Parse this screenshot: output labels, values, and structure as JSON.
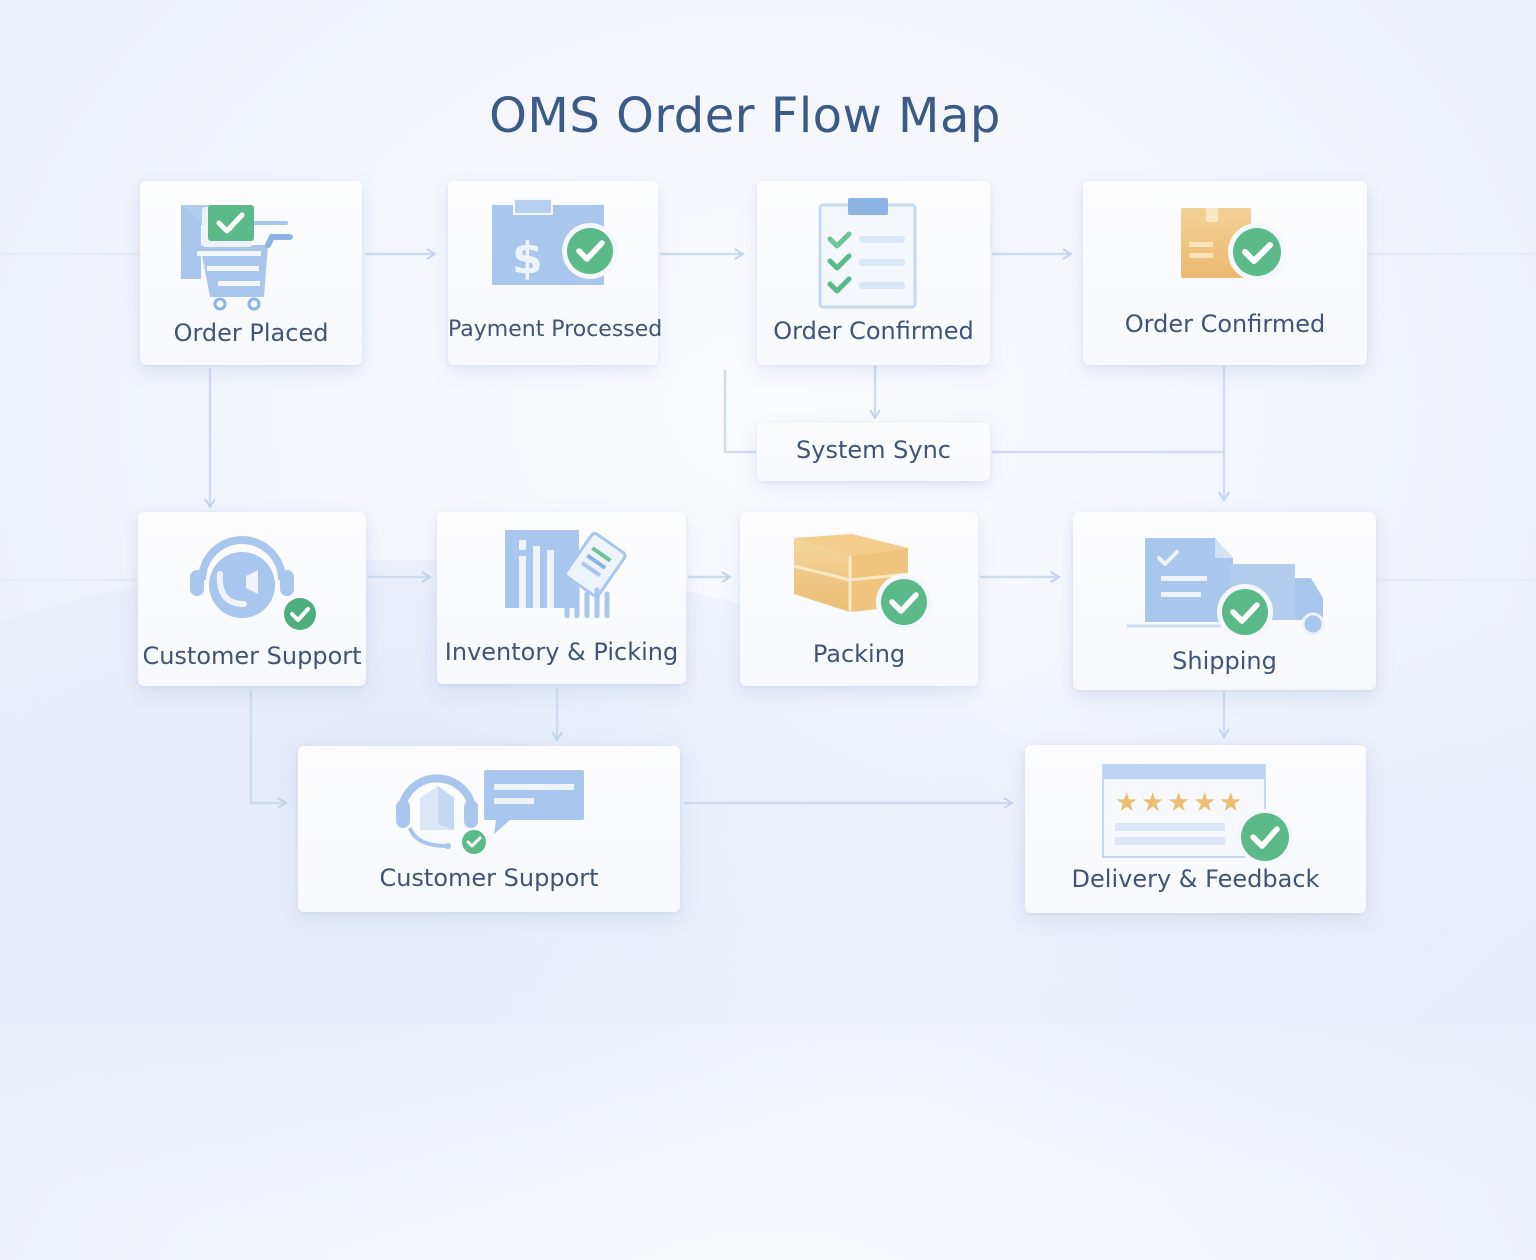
{
  "title": "OMS Order Flow Map",
  "colors": {
    "title": "#3b5a85",
    "label": "#3f5478",
    "icon_blue": "#a9c6ec",
    "icon_blue_dark": "#8db3e4",
    "check_green": "#5cba8a",
    "box_orange": "#efc57f",
    "star_gold": "#ecbe72",
    "connector": "#c9d8ee"
  },
  "nodes": [
    {
      "id": "order-placed",
      "label": "Order Placed",
      "icon": "shopping-cart-check-icon"
    },
    {
      "id": "payment-processed",
      "label": "Payment Processed",
      "icon": "payment-dollar-check-icon"
    },
    {
      "id": "order-confirmed-1",
      "label": "Order Confirmed",
      "icon": "clipboard-checklist-icon"
    },
    {
      "id": "order-confirmed-2",
      "label": "Order Confirmed",
      "icon": "package-check-icon"
    },
    {
      "id": "system-sync",
      "label": "System Sync",
      "icon": ""
    },
    {
      "id": "customer-support-1",
      "label": "Customer Support",
      "icon": "headset-check-icon"
    },
    {
      "id": "inventory-picking",
      "label": "Inventory & Picking",
      "icon": "inventory-shelf-list-icon"
    },
    {
      "id": "packing",
      "label": "Packing",
      "icon": "box-check-icon"
    },
    {
      "id": "shipping",
      "label": "Shipping",
      "icon": "truck-document-check-icon"
    },
    {
      "id": "customer-support-2",
      "label": "Customer Support",
      "icon": "headset-chat-icon"
    },
    {
      "id": "delivery-feedback",
      "label": "Delivery & Feedback",
      "icon": "rating-stars-check-icon"
    }
  ],
  "edges": [
    {
      "from": "order-placed",
      "to": "payment-processed"
    },
    {
      "from": "payment-processed",
      "to": "order-confirmed-1"
    },
    {
      "from": "order-confirmed-1",
      "to": "order-confirmed-2"
    },
    {
      "from": "order-confirmed-1",
      "to": "system-sync"
    },
    {
      "from": "system-sync",
      "to": "shipping"
    },
    {
      "from": "order-confirmed-2",
      "to": "shipping"
    },
    {
      "from": "order-placed",
      "to": "customer-support-1"
    },
    {
      "from": "customer-support-1",
      "to": "inventory-picking"
    },
    {
      "from": "inventory-picking",
      "to": "packing"
    },
    {
      "from": "packing",
      "to": "shipping"
    },
    {
      "from": "customer-support-1",
      "to": "customer-support-2"
    },
    {
      "from": "inventory-picking",
      "to": "customer-support-2"
    },
    {
      "from": "customer-support-2",
      "to": "delivery-feedback"
    },
    {
      "from": "shipping",
      "to": "delivery-feedback"
    }
  ]
}
